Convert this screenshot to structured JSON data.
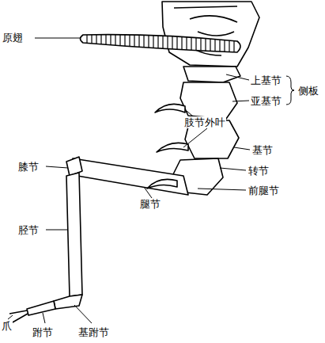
{
  "diagram": {
    "labels": [
      "原翅",
      "上基节",
      "侧板",
      "亚基节",
      "肢节外叶",
      "基节",
      "膝节",
      "转节",
      "前腿节",
      "腿节",
      "胫节",
      "爪",
      "跗节",
      "基跗节"
    ]
  }
}
